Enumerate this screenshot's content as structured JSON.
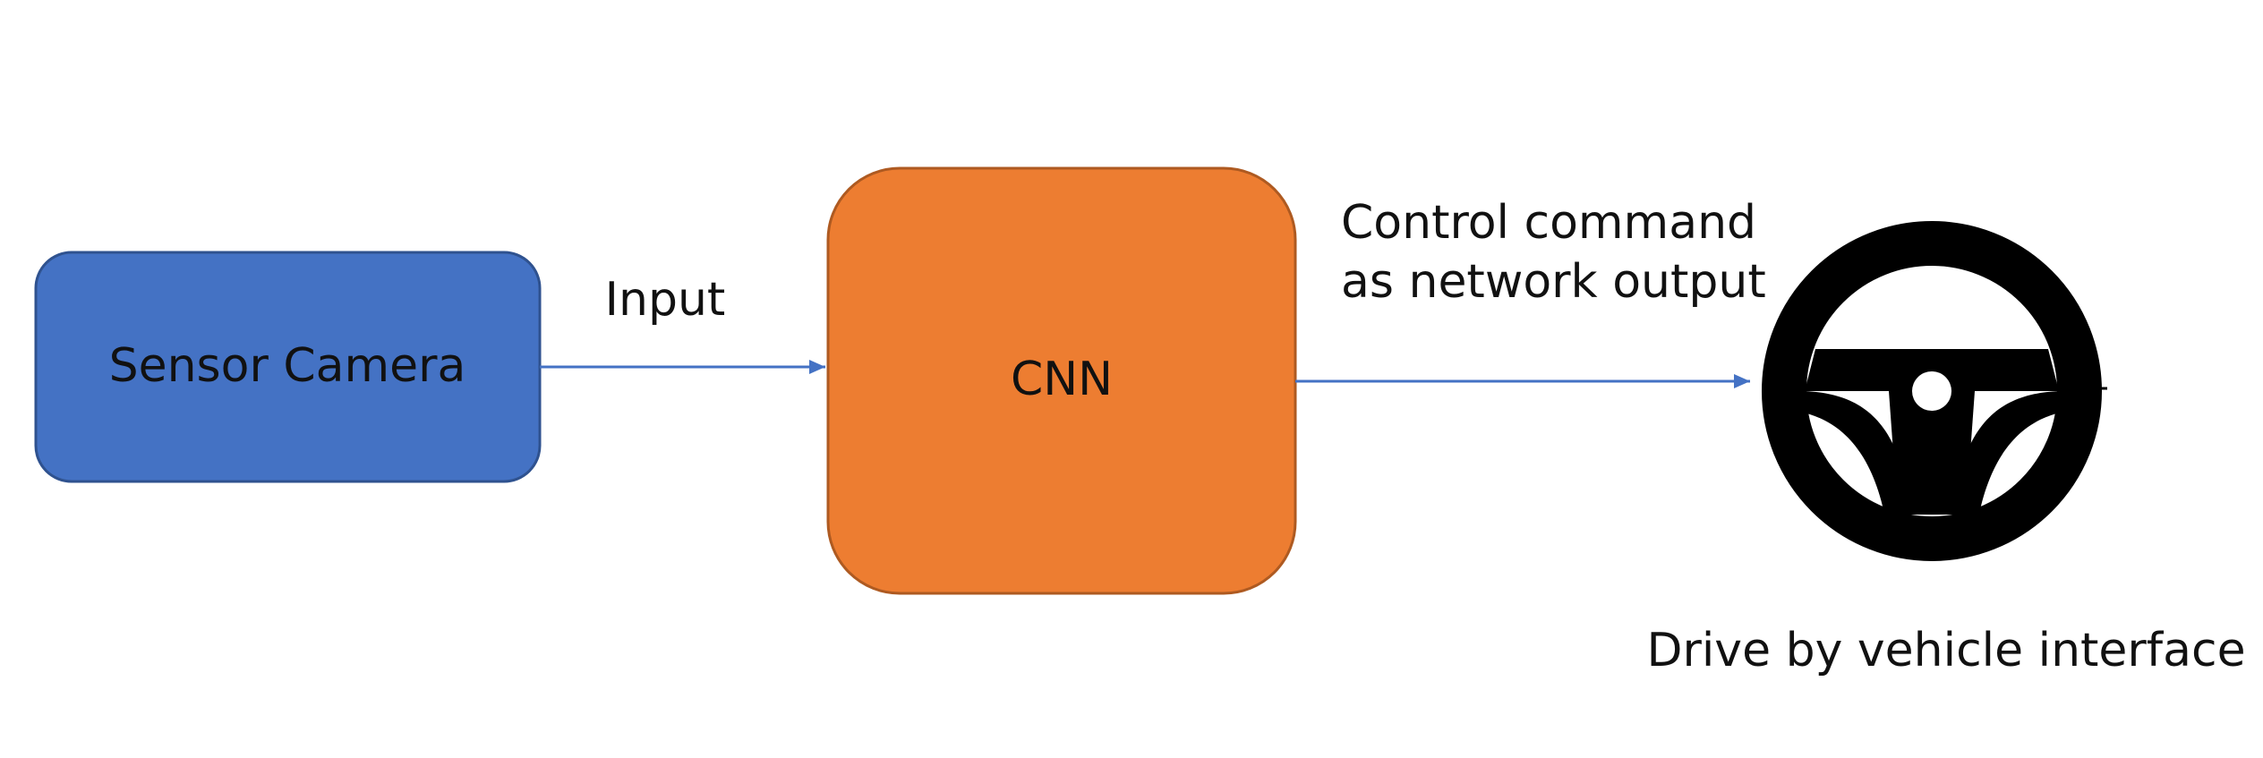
{
  "colors": {
    "camera_fill": "#4472C4",
    "camera_stroke": "#2F528F",
    "cnn_fill": "#ED7D31",
    "cnn_stroke": "#AE5A21",
    "arrow": "#4472C4",
    "icon": "#000000"
  },
  "nodes": {
    "camera": {
      "label": "Sensor Camera"
    },
    "cnn": {
      "label": "CNN"
    },
    "steering": {
      "icon": "steering-wheel-icon",
      "caption": "Drive by vehicle interface"
    }
  },
  "edges": {
    "input": {
      "label": "Input"
    },
    "output": {
      "label_line1": "Control command",
      "label_line2": "as network output"
    }
  }
}
